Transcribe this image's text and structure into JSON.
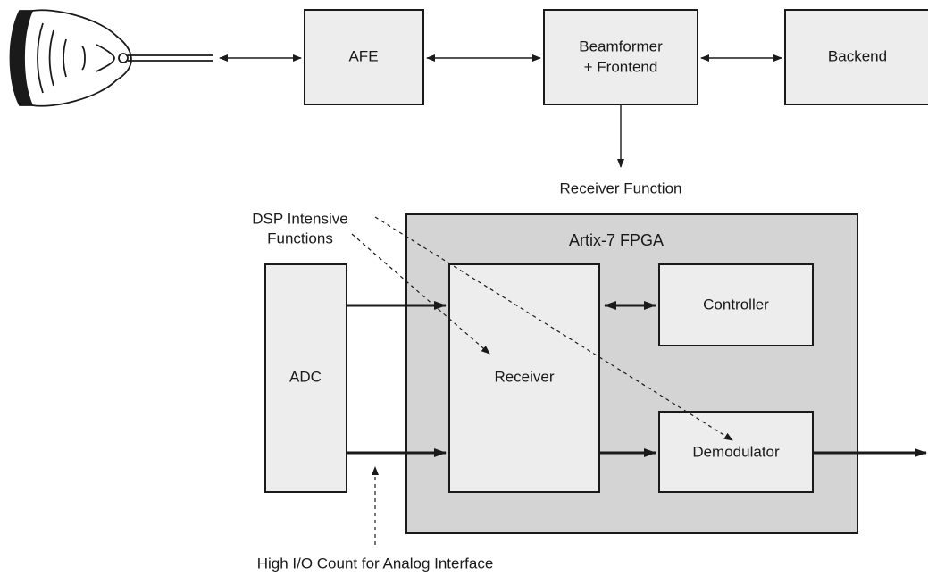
{
  "blocks": {
    "afe": "AFE",
    "beamformer_line1": "Beamformer",
    "beamformer_line2": "+ Frontend",
    "backend": "Backend",
    "fpga_title": "Artix-7 FPGA",
    "adc": "ADC",
    "receiver": "Receiver",
    "controller": "Controller",
    "demodulator": "Demodulator"
  },
  "labels": {
    "receiver_function": "Receiver Function",
    "dsp_line1": "DSP Intensive",
    "dsp_line2": "Functions",
    "high_io": "High I/O Count for Analog Interface"
  }
}
